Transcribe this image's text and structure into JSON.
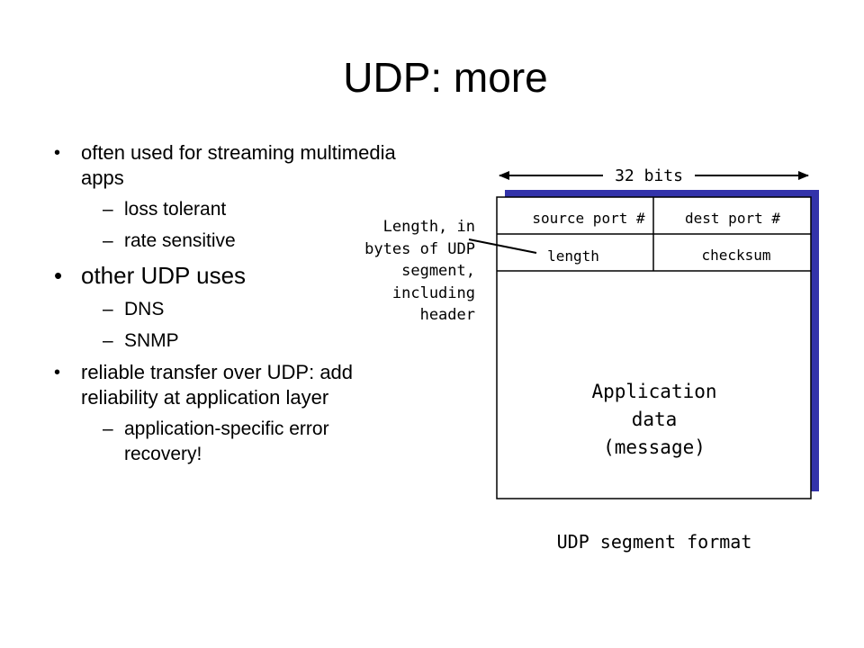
{
  "title": "UDP: more",
  "bullets": [
    {
      "level": 1,
      "text": "often used for streaming multimedia apps"
    },
    {
      "level": 2,
      "text": "loss tolerant"
    },
    {
      "level": 2,
      "text": "rate sensitive"
    },
    {
      "level": 1,
      "text": "other UDP uses",
      "big": true
    },
    {
      "level": 2,
      "text": "DNS"
    },
    {
      "level": 2,
      "text": "SNMP"
    },
    {
      "level": 1,
      "text": "reliable transfer over UDP: add reliability at application layer"
    },
    {
      "level": 2,
      "text": "application-specific error recovery!"
    }
  ],
  "diagram": {
    "width_label": "32 bits",
    "fields": {
      "source_port": "source port #",
      "dest_port": "dest port #",
      "length": "length",
      "checksum": "checksum"
    },
    "length_note": [
      "Length, in",
      "bytes of UDP",
      "segment,",
      "including",
      "header"
    ],
    "app_data": [
      "Application",
      "data",
      "(message)"
    ],
    "caption": "UDP segment format",
    "colors": {
      "shadow": "#3333aa",
      "box_border": "#000000"
    }
  }
}
